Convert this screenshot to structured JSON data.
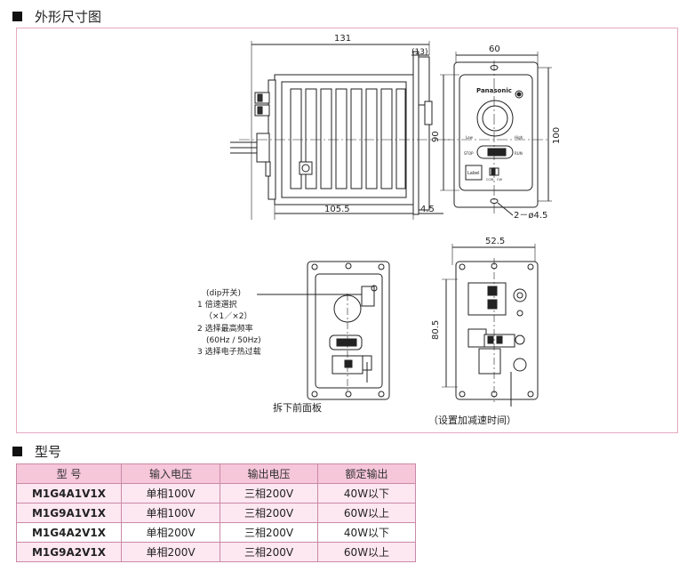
{
  "section1": {
    "title": "外形尺寸图"
  },
  "section2": {
    "title": "型号"
  },
  "front_view": {
    "dim_total": "131",
    "dim_13": "(13)",
    "dim_body": "105.5",
    "dim_4_5": "4.5"
  },
  "panel_view": {
    "dim_60": "60",
    "dim_90": "90",
    "dim_100": "100",
    "hole": "2－ø4.5",
    "brand": "Panasonic",
    "low": "Low",
    "high": "High",
    "stop": "STOP",
    "run": "RUN",
    "label": "Label",
    "ccw": "CCW",
    "cw": "CW"
  },
  "dip": {
    "title": "(dip开关)",
    "line1": "1 倍速選択",
    "line2": "（×1／×2）",
    "line3": "2 选择最高频率",
    "line4": "(60Hz / 50Hz)",
    "line5": "3 选择电子热过载",
    "caption": "拆下前面板"
  },
  "rear_view": {
    "dim_52_5": "52.5",
    "dim_80_5": "80.5",
    "caption": "（设置加减速时间）"
  },
  "table": {
    "headers": [
      "型  号",
      "输入电压",
      "输出电压",
      "额定输出"
    ],
    "rows": [
      [
        "M1G4A1V1X",
        "单相100V",
        "三相200V",
        "40W以下"
      ],
      [
        "M1G9A1V1X",
        "单相100V",
        "三相200V",
        "60W以上"
      ],
      [
        "M1G4A2V1X",
        "单相200V",
        "三相200V",
        "40W以下"
      ],
      [
        "M1G9A2V1X",
        "单相200V",
        "三相200V",
        "60W以上"
      ]
    ]
  }
}
